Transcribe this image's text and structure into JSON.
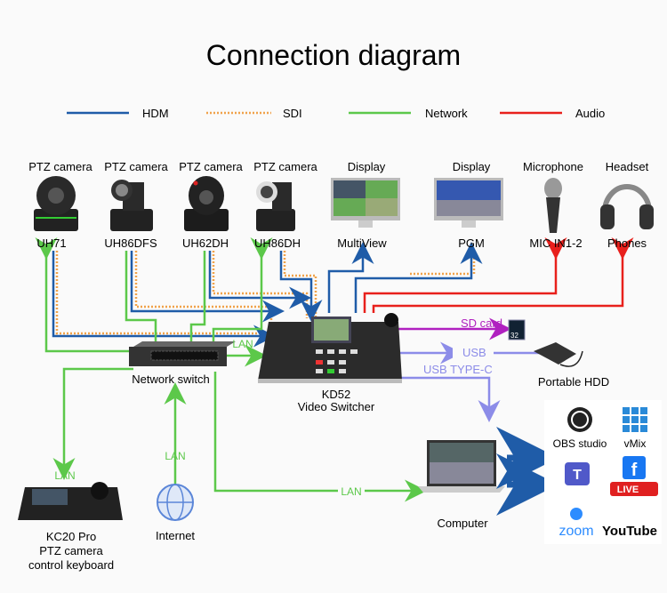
{
  "title": "Connection diagram",
  "legend": [
    {
      "label": "HDM",
      "color": "#1f5ca8",
      "style": "solid"
    },
    {
      "label": "SDI",
      "color": "#f0a24a",
      "style": "dotted"
    },
    {
      "label": "Network",
      "color": "#5cc84a",
      "style": "solid"
    },
    {
      "label": "Audio",
      "color": "#e8201c",
      "style": "solid"
    }
  ],
  "devices": [
    {
      "type": "PTZ camera",
      "model": "UH71"
    },
    {
      "type": "PTZ camera",
      "model": "UH86DFS"
    },
    {
      "type": "PTZ camera",
      "model": "UH62DH"
    },
    {
      "type": "PTZ camera",
      "model": "UH86DH"
    },
    {
      "type": "Display",
      "model": "MultiView"
    },
    {
      "type": "Display",
      "model": "PGM"
    },
    {
      "type": "Microphone",
      "model": "MIC IN1-2"
    },
    {
      "type": "Headset",
      "model": "Phones"
    }
  ],
  "network_switch": "Network switch",
  "switcher": {
    "model": "KD52",
    "name": "Video Switcher"
  },
  "sd_card": {
    "label": "SD card",
    "capacity": "32"
  },
  "usb": "USB",
  "usb_type_c": "USB TYPE-C",
  "portable_hdd": "Portable HDD",
  "computer": "Computer",
  "internet": "Internet",
  "keyboard": {
    "model": "KC20 Pro",
    "line1": "PTZ camera",
    "line2": "control keyboard"
  },
  "lan_labels": [
    "LAN",
    "LAN",
    "LAN",
    "LAN"
  ],
  "software": [
    "OBS studio",
    "vMix",
    "LIVE",
    "zoom",
    "YouTube"
  ],
  "colors": {
    "hdmi": "#1f5ca8",
    "sdi": "#f0a24a",
    "network": "#5cc84a",
    "audio": "#e8201c",
    "sd": "#b020c0",
    "usb": "#8c8ce8"
  }
}
